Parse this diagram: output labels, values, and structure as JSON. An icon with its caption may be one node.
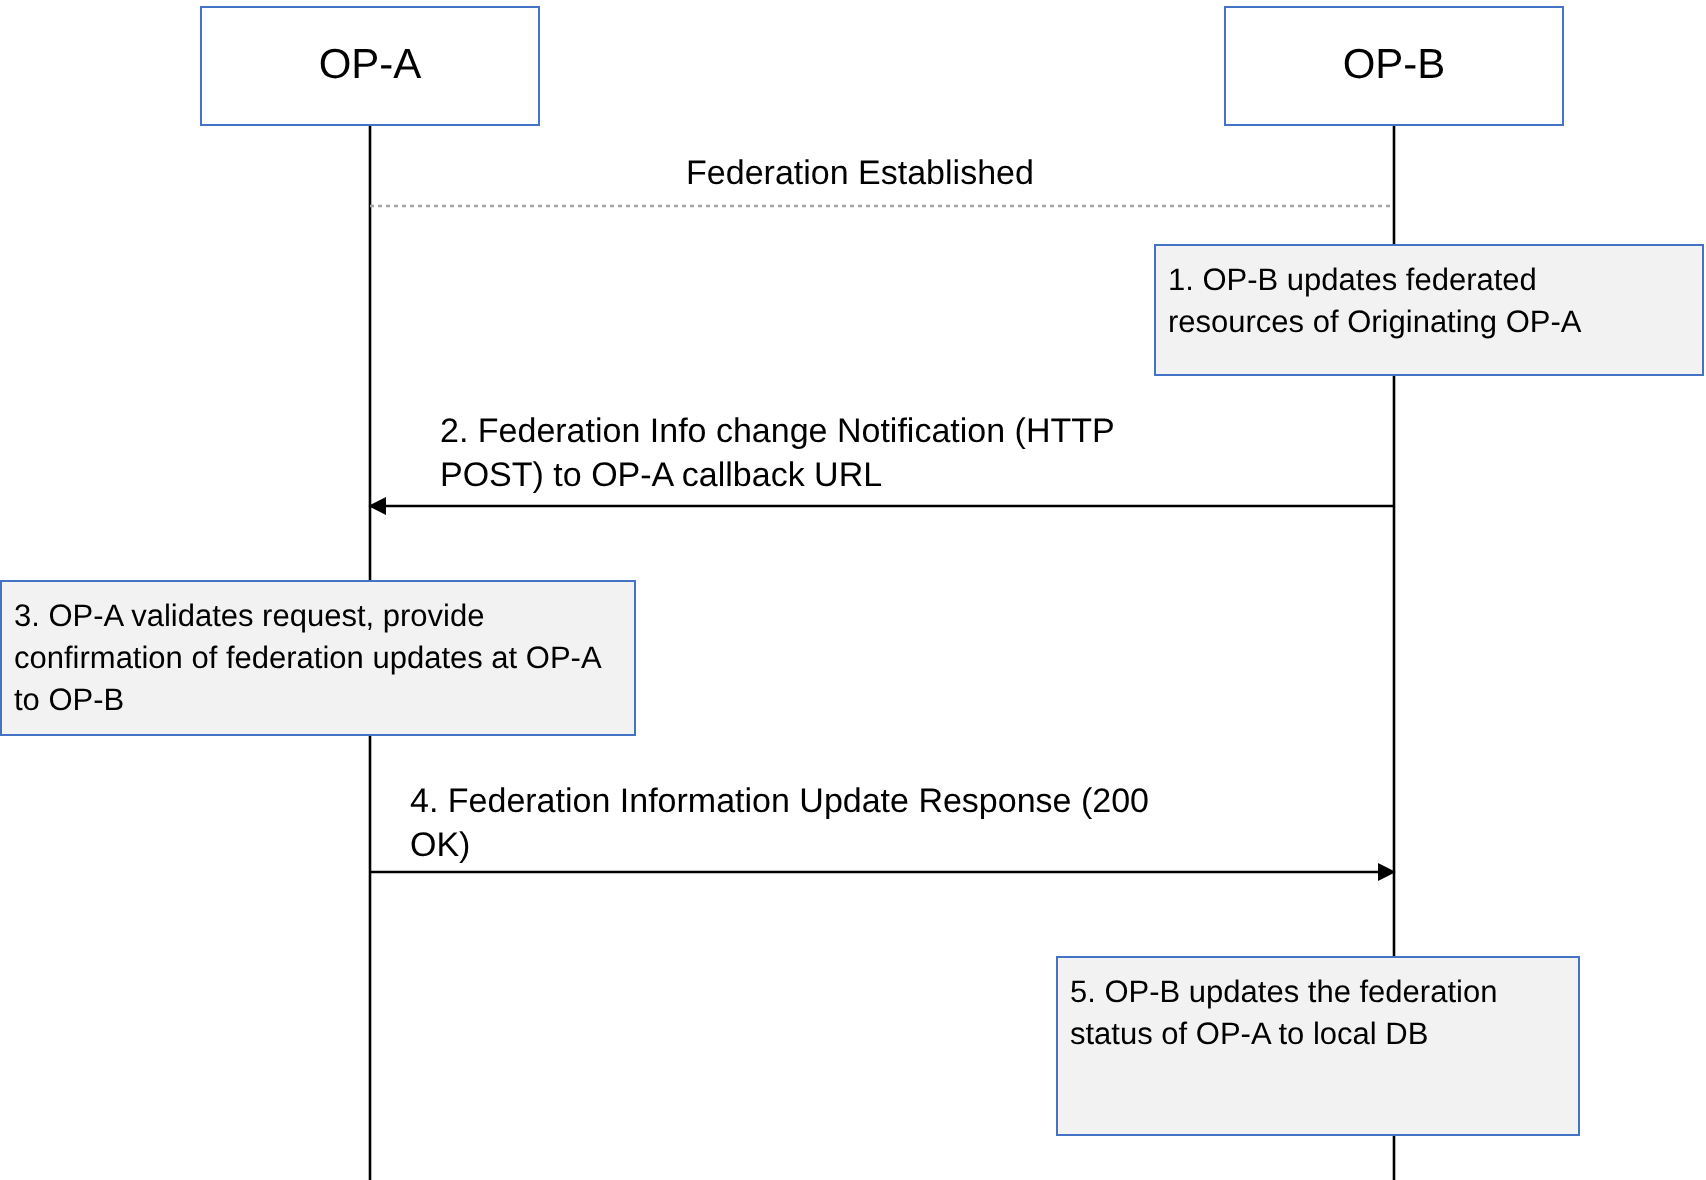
{
  "diagram": {
    "nodes": [
      {
        "text": [
          "OP-A"
        ]
      },
      {
        "text": [
          "OP-B"
        ]
      },
      {
        "text": [
          "1. OP-B updates federated resources of Originating OP-A"
        ]
      },
      {
        "text": [
          "3. OP-A validates request, provide confirmation of federation updates at OP-A to OP-B"
        ]
      },
      {
        "text": [
          "5. OP-B updates the federation status of OP-A to local DB"
        ]
      }
    ],
    "edges": [
      {
        "from": 0,
        "to": 1,
        "arrow": "none",
        "label": "Federation Established",
        "style": "dashed",
        "color": "#a6a6a6"
      },
      {
        "from": 1,
        "to": 0,
        "arrow": "to",
        "label": "2. Federation Info change Notification (HTTP POST) to OP-A callback URL"
      },
      {
        "from": 0,
        "to": 1,
        "arrow": "to",
        "label": "4. Federation Information Update Response (200 OK)"
      }
    ]
  }
}
